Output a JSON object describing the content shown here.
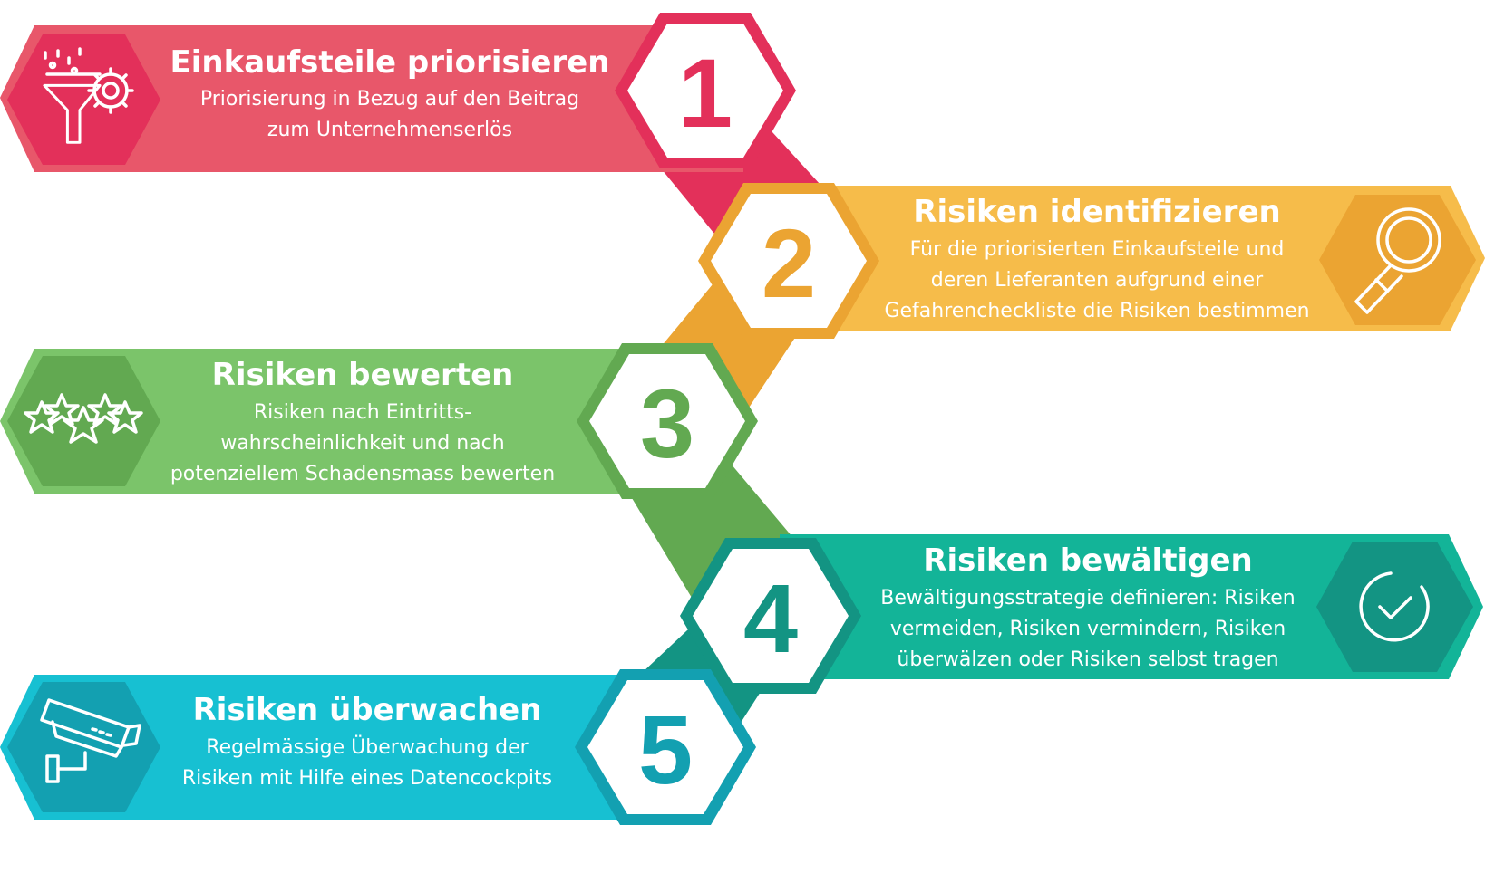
{
  "steps": [
    {
      "number": "1",
      "title": "Einkaufsteile priorisieren",
      "description": [
        "Priorisierung in Bezug auf den Beitrag",
        "zum Unternehmenserlös"
      ],
      "icon": "funnel-gear-icon",
      "color": "#e8576a",
      "dark": "#e3305a"
    },
    {
      "number": "2",
      "title": "Risiken identifizieren",
      "description": [
        "Für die priorisierten Einkaufsteile und",
        "deren Lieferanten aufgrund einer",
        "Gefahrencheckliste die Risiken bestimmen"
      ],
      "icon": "magnifier-icon",
      "color": "#f6bc4a",
      "dark": "#eba432"
    },
    {
      "number": "3",
      "title": "Risiken bewerten",
      "description": [
        "Risiken nach Eintritts-",
        "wahrscheinlichkeit und nach",
        "potenziellem Schadensmass bewerten"
      ],
      "icon": "stars-icon",
      "color": "#7bc46a",
      "dark": "#62a951"
    },
    {
      "number": "4",
      "title": "Risiken bewältigen",
      "description": [
        "Bewältigungsstrategie definieren: Risiken",
        "vermeiden, Risiken vermindern, Risiken",
        "überwälzen oder Risiken selbst tragen"
      ],
      "icon": "check-circle-icon",
      "color": "#13b498",
      "dark": "#139483"
    },
    {
      "number": "5",
      "title": "Risiken überwachen",
      "description": [
        "Regelmässige Überwachung der",
        "Risiken mit Hilfe eines Datencockpits"
      ],
      "icon": "security-camera-icon",
      "color": "#17c0d2",
      "dark": "#13a0b1"
    }
  ]
}
